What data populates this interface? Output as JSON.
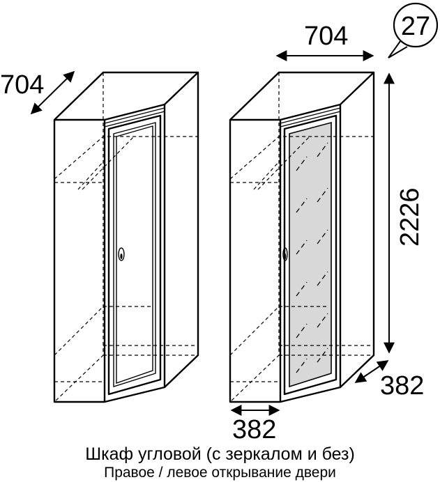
{
  "badge": "27",
  "dimensions": {
    "left_top_width": "704",
    "right_top_width": "704",
    "height": "2226",
    "side_depth": "382",
    "bottom_depth": "382"
  },
  "caption": {
    "title": "Шкаф угловой (с зеркалом и без)",
    "subtitle": "Правое / левое открывание двери"
  }
}
